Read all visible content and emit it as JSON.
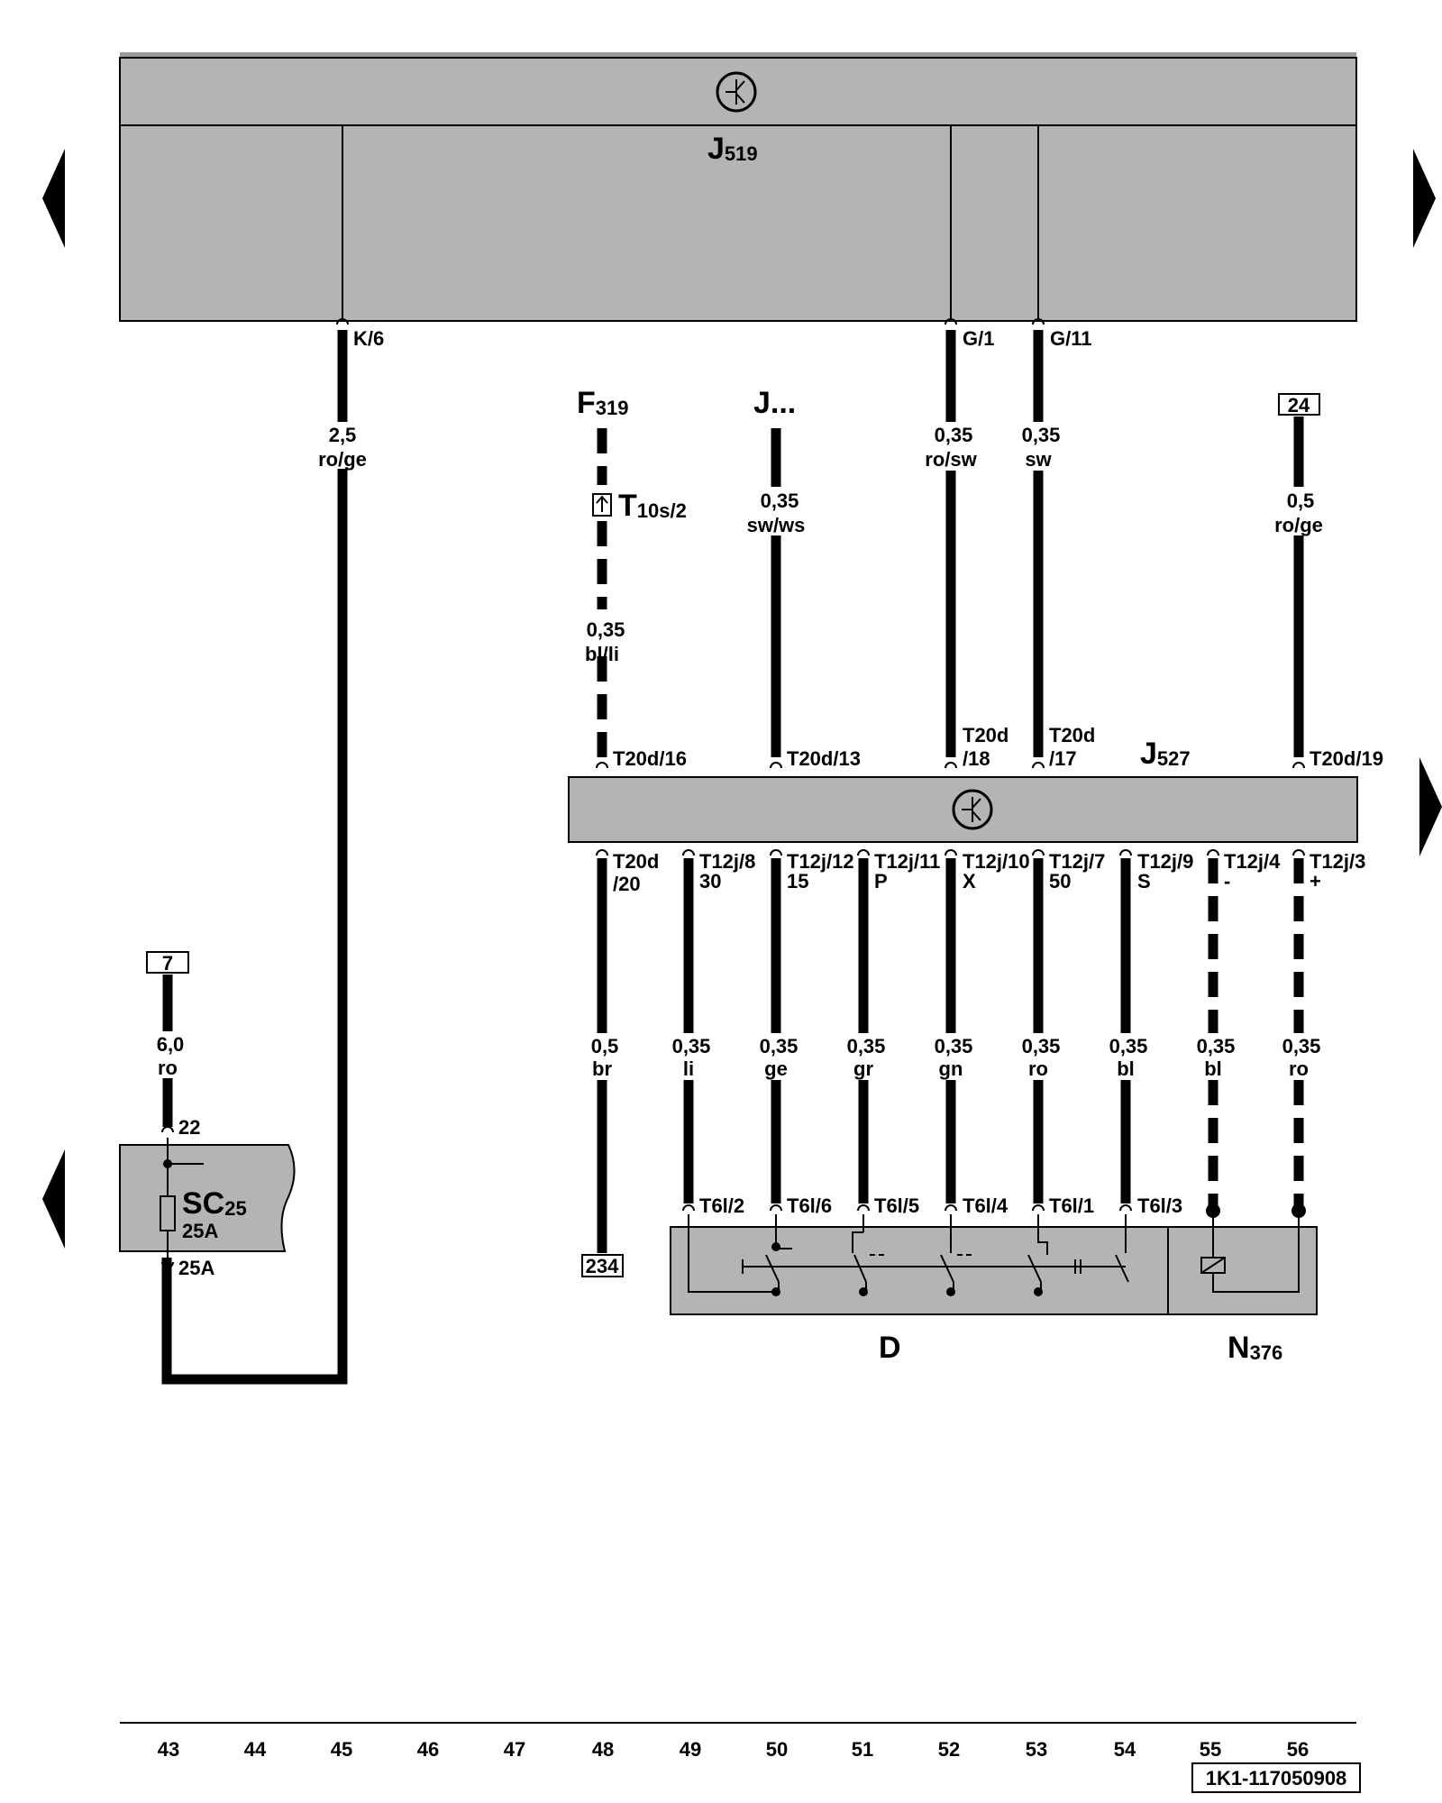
{
  "modules": {
    "j519": {
      "name": "J",
      "sub": "519"
    },
    "j527": {
      "name": "J",
      "sub": "527"
    },
    "d": {
      "name": "D"
    },
    "n376": {
      "name": "N",
      "sub": "376"
    },
    "sc25": {
      "name": "SC",
      "sub": "25",
      "rating": "25A"
    },
    "f319": {
      "name": "F",
      "sub": "319"
    },
    "j_ref": {
      "name": "J..."
    }
  },
  "connector_t10s": {
    "name": "T",
    "sub": "10s/2"
  },
  "pins": {
    "k6": "K/6",
    "g1": "G/1",
    "g11": "G/11",
    "t20d16": "T20d/16",
    "t20d13": "T20d/13",
    "t20d18a": "T20d",
    "t20d18b": "/18",
    "t20d17a": "T20d",
    "t20d17b": "/17",
    "t20d19": "T20d/19",
    "t20d20a": "T20d",
    "t20d20b": "/20",
    "t12j8": "T12j/8",
    "t12j12": "T12j/12",
    "t12j11": "T12j/11",
    "t12j10": "T12j/10",
    "t12j7": "T12j/7",
    "t12j9": "T12j/9",
    "t12j4": "T12j/4",
    "t12j3": "T12j/3",
    "t6l2": "T6l/2",
    "t6l6": "T6l/6",
    "t6l5": "T6l/5",
    "t6l4": "T6l/4",
    "t6l1": "T6l/1",
    "t6l3": "T6l/3",
    "sc22": "22",
    "sc25a": "25A"
  },
  "terminal_labels": {
    "t30": "30",
    "t15": "15",
    "tp": "P",
    "tx": "X",
    "t50": "50",
    "ts": "S",
    "tminus": "-",
    "tplus": "+"
  },
  "wires": {
    "w45": {
      "size": "2,5",
      "color": "ro/ge"
    },
    "w48a": {
      "size": "0,35",
      "color": "bl/li"
    },
    "w50a": {
      "size": "0,35",
      "color": "sw/ws"
    },
    "w52a": {
      "size": "0,35",
      "color": "ro/sw"
    },
    "w53a": {
      "size": "0,35",
      "color": "sw"
    },
    "w56a": {
      "size": "0,5",
      "color": "ro/ge"
    },
    "w43": {
      "size": "6,0",
      "color": "ro"
    },
    "w48b": {
      "size": "0,5",
      "color": "br"
    },
    "w49": {
      "size": "0,35",
      "color": "li"
    },
    "w50b": {
      "size": "0,35",
      "color": "ge"
    },
    "w51": {
      "size": "0,35",
      "color": "gr"
    },
    "w52b": {
      "size": "0,35",
      "color": "gn"
    },
    "w53b": {
      "size": "0,35",
      "color": "ro"
    },
    "w54": {
      "size": "0,35",
      "color": "bl"
    },
    "w55": {
      "size": "0,35",
      "color": "bl"
    },
    "w56b": {
      "size": "0,35",
      "color": "ro"
    }
  },
  "refs": {
    "r24": "24",
    "r7": "7",
    "r234": "234"
  },
  "footer": {
    "columns": [
      "43",
      "44",
      "45",
      "46",
      "47",
      "48",
      "49",
      "50",
      "51",
      "52",
      "53",
      "54",
      "55",
      "56"
    ],
    "doc_code": "1K1-117050908"
  },
  "colors": {
    "module_fill": "#b4b4b4",
    "line": "#000000"
  }
}
